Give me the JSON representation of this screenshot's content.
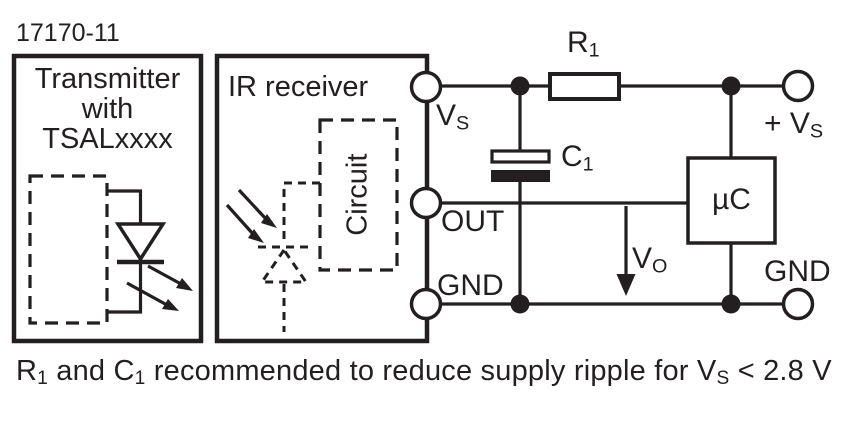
{
  "figure": {
    "number": "17170-11"
  },
  "transmitter": {
    "line1": "Transmitter",
    "line2": "with",
    "line3": "TSALxxxx"
  },
  "receiver": {
    "title": "IR receiver",
    "circuit_label": "Circuit",
    "pin_vs": "V",
    "pin_vs_sub": "S",
    "pin_out": "OUT",
    "pin_gnd": "GND"
  },
  "external": {
    "r1": "R",
    "r1_sub": "1",
    "c1": "C",
    "c1_sub": "1",
    "mcu": "µC",
    "vcc": "+ V",
    "vcc_sub": "S",
    "vo": "V",
    "vo_sub": "O",
    "gnd": "GND"
  },
  "caption": {
    "s1": "R",
    "s1_sub": "1",
    "s2": " and C",
    "s2_sub": "1",
    "s3": " recommended to reduce supply ripple for V",
    "s3_sub": "S",
    "s4": " < 2.8 V"
  },
  "colors": {
    "ink": "#231f20",
    "background": "#ffffff"
  }
}
